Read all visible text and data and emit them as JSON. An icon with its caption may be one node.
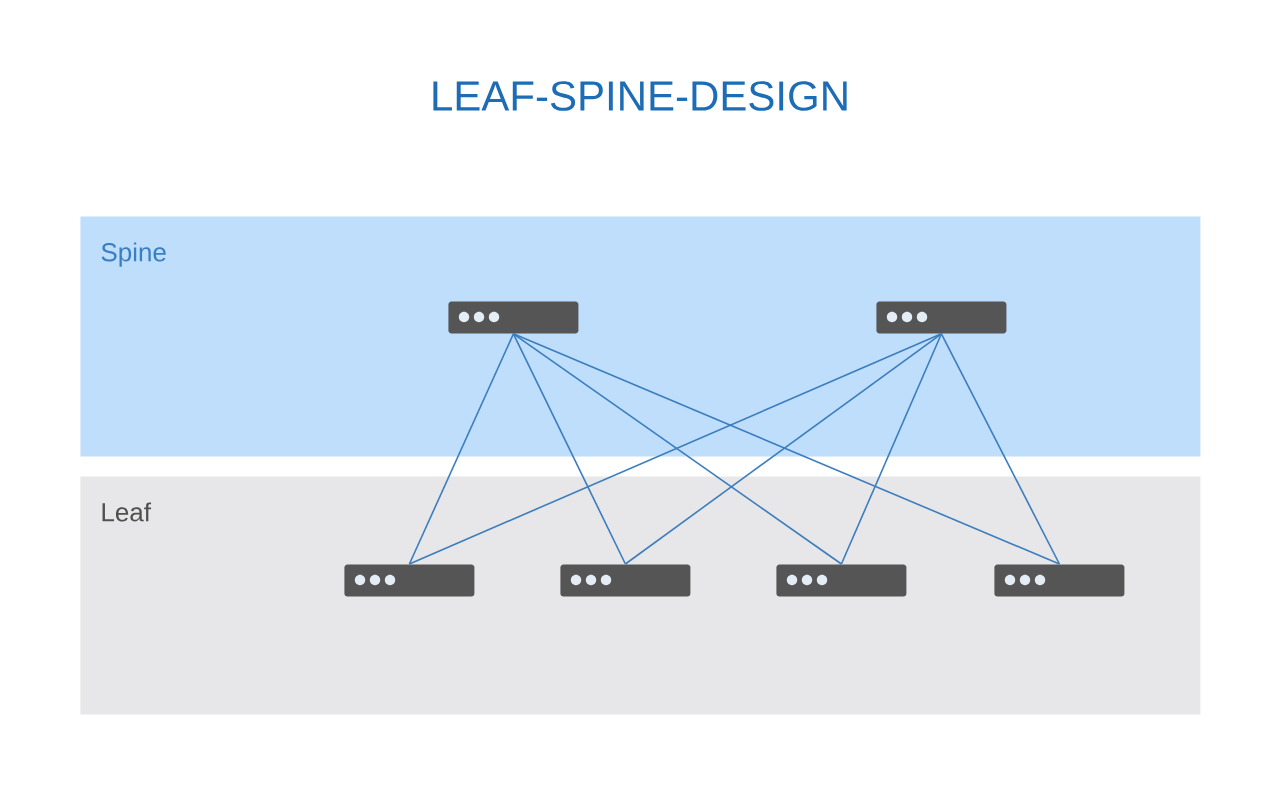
{
  "diagram": {
    "title": "LEAF-SPINE-DESIGN",
    "nodes": [
      {
        "text": [
          "Spine"
        ]
      },
      {
        "text": [
          "Leaf"
        ]
      },
      {
        "text": [],
        "shape": "box",
        "in": 0
      },
      {
        "text": [],
        "shape": "box",
        "in": 0
      },
      {
        "text": [],
        "shape": "box",
        "in": 1
      },
      {
        "text": [],
        "shape": "box",
        "in": 1
      },
      {
        "text": [],
        "shape": "box",
        "in": 1
      },
      {
        "text": [],
        "shape": "box",
        "in": 1
      }
    ],
    "edges": [
      {
        "from": 2,
        "to": 4,
        "arrow": "none"
      },
      {
        "from": 2,
        "to": 5,
        "arrow": "none"
      },
      {
        "from": 2,
        "to": 6,
        "arrow": "none"
      },
      {
        "from": 2,
        "to": 7,
        "arrow": "none"
      },
      {
        "from": 3,
        "to": 4,
        "arrow": "none"
      },
      {
        "from": 3,
        "to": 5,
        "arrow": "none"
      },
      {
        "from": 3,
        "to": 6,
        "arrow": "none"
      },
      {
        "from": 3,
        "to": 7,
        "arrow": "none"
      }
    ]
  }
}
